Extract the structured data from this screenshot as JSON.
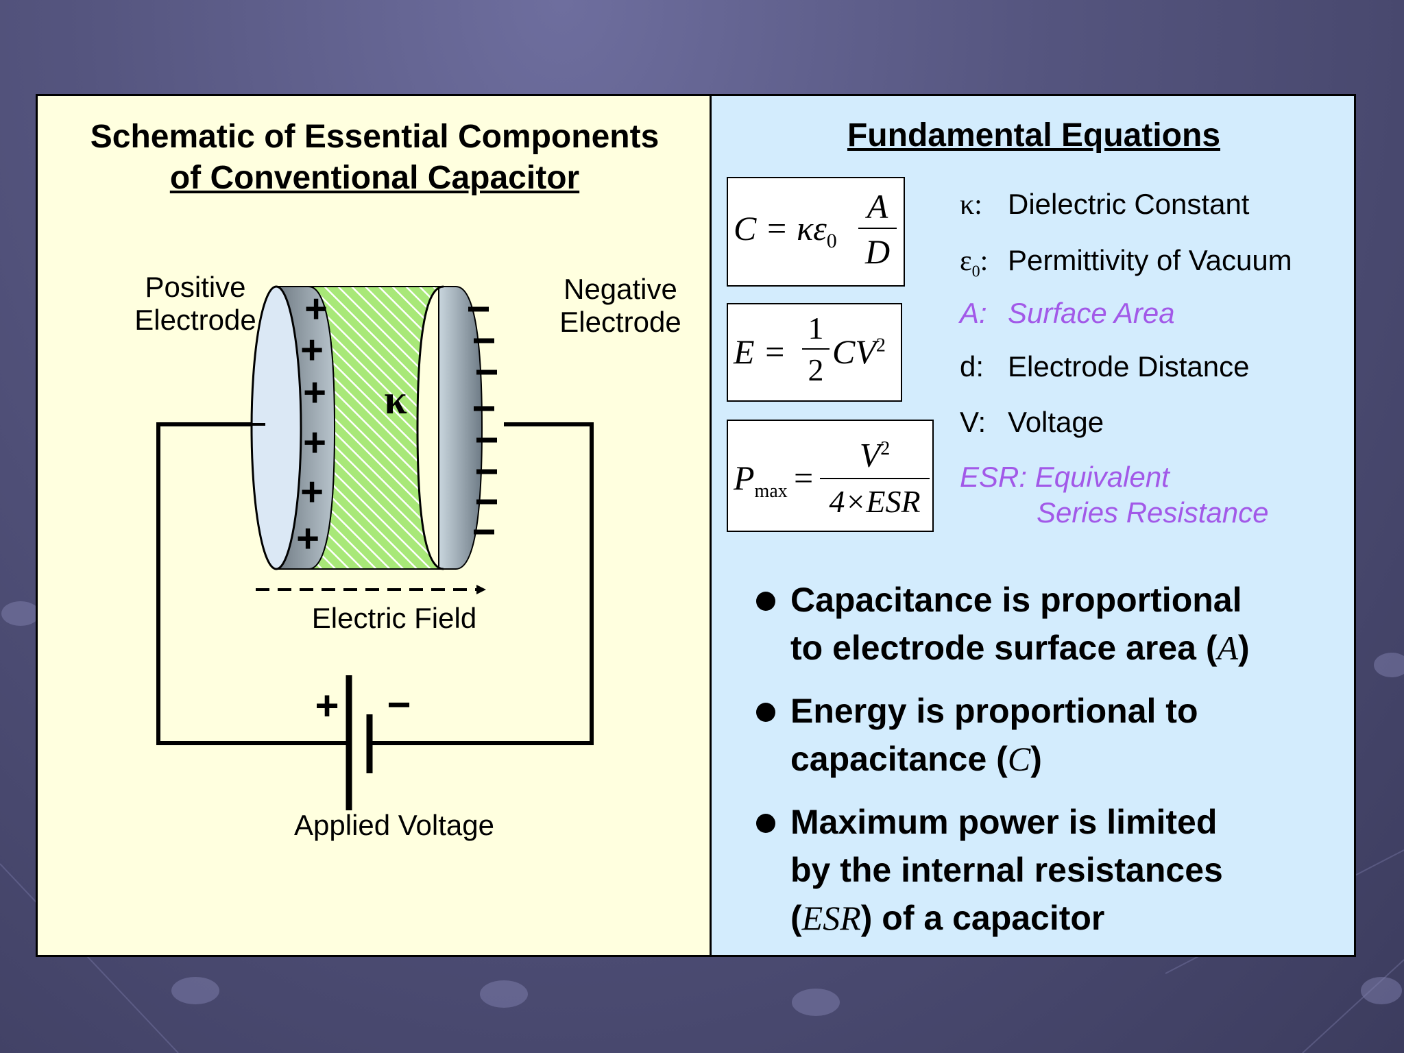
{
  "colors": {
    "left_bg": "#ffffdf",
    "right_bg": "#d3ecfd",
    "accent_purple": "#a259e8",
    "dielectric": "#a8e878"
  },
  "left": {
    "title_line1": "Schematic of Essential Components",
    "title_line2": "of Conventional Capacitor",
    "positive_line1": "Positive",
    "positive_line2": "Electrode",
    "negative_line1": "Negative",
    "negative_line2": "Electrode",
    "kappa": "κ",
    "plus_sign": "+",
    "minus_sign": "−",
    "electric_field": "Electric Field",
    "applied_voltage": "Applied Voltage"
  },
  "right": {
    "title": "Fundamental Equations",
    "equations": {
      "capacitance_lhs": "C = κε",
      "capacitance_sub": "0",
      "capacitance_num": "A",
      "capacitance_den": "D",
      "energy_lhs": "E =",
      "energy_num": "1",
      "energy_den": "2",
      "energy_rhs": "CV",
      "energy_sup": "2",
      "power_lhs": "P",
      "power_sub": "max",
      "power_eq": "=",
      "power_num": "V",
      "power_num_sup": "2",
      "power_den": "4×ESR"
    },
    "definitions": [
      {
        "symbol": "κ:",
        "text": "Dielectric Constant",
        "highlight": false
      },
      {
        "symbol": "ε",
        "symbol_sub": "0",
        "symbol_colon": ":",
        "text": "Permittivity of Vacuum",
        "highlight": false
      },
      {
        "symbol": "A:",
        "text": "Surface Area",
        "highlight": true
      },
      {
        "symbol": "d:",
        "text": "Electrode Distance",
        "highlight": false
      },
      {
        "symbol": "V:",
        "text": "Voltage",
        "highlight": false
      },
      {
        "symbol": "ESR:",
        "text": "Equivalent",
        "text2": "Series Resistance",
        "highlight": true
      }
    ],
    "bullets": [
      {
        "pre": "Capacitance is proportional",
        "pre2": "to electrode surface area (",
        "var": "A",
        "post": ")"
      },
      {
        "pre": "Energy is proportional to",
        "pre2": "capacitance (",
        "var": "C",
        "post": ")"
      },
      {
        "pre": "Maximum power is limited",
        "pre2": "by the internal resistances",
        "pre3": "(",
        "var": "ESR",
        "post": ") of a capacitor"
      }
    ]
  }
}
